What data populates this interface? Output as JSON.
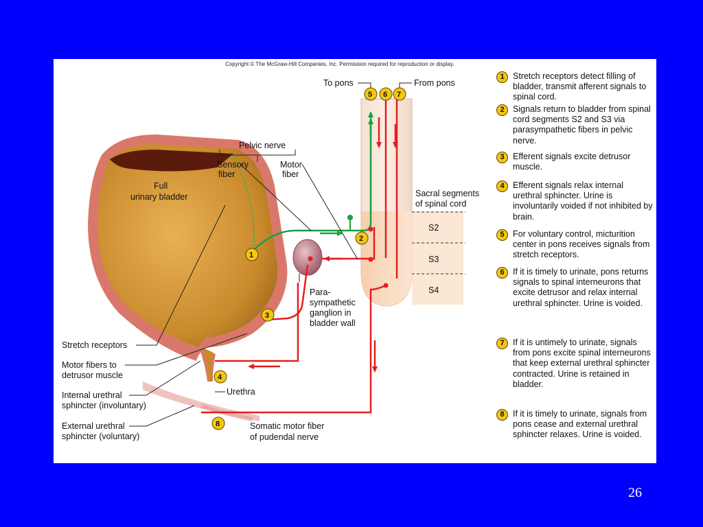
{
  "copyright": "Copyright © The McGraw-Hill Companies, Inc. Permission required for reproduction or display.",
  "labels": {
    "to_pons": "To pons",
    "from_pons": "From pons",
    "pelvic_nerve": "Pelvic nerve",
    "sensory_fiber": [
      "Sensory",
      "fiber"
    ],
    "motor_fiber": [
      "Motor",
      "fiber"
    ],
    "full_bladder": [
      "Full",
      "urinary bladder"
    ],
    "sacral_segments": [
      "Sacral segments",
      "of spinal cord"
    ],
    "s2": "S2",
    "s3": "S3",
    "s4": "S4",
    "ganglion": [
      "Para-",
      "sympathetic",
      "ganglion in",
      "bladder wall"
    ],
    "stretch_receptors": "Stretch receptors",
    "motor_fibers_detrusor": [
      "Motor fibers to",
      "detrusor muscle"
    ],
    "internal_sphincter": [
      "Internal urethral",
      "sphincter (involuntary)"
    ],
    "external_sphincter": [
      "External urethral",
      "sphincter (voluntary)"
    ],
    "urethra": "Urethra",
    "somatic_fiber": [
      "Somatic motor fiber",
      "of pudendal nerve"
    ]
  },
  "markers": [
    "1",
    "2",
    "3",
    "4",
    "5",
    "6",
    "7",
    "8"
  ],
  "steps": [
    {
      "num": "1",
      "text": "Stretch receptors detect filling of bladder, transmit afferent signals to spinal cord."
    },
    {
      "num": "2",
      "text": "Signals return to bladder from spinal cord segments S2 and S3 via parasympathetic fibers in pelvic nerve."
    },
    {
      "num": "3",
      "text": "Efferent signals excite detrusor muscle."
    },
    {
      "num": "4",
      "text": "Efferent signals relax internal urethral sphincter. Urine is involuntarily voided if not inhibited by brain."
    },
    {
      "num": "5",
      "text": "For voluntary control, micturition center in pons receives signals from stretch receptors."
    },
    {
      "num": "6",
      "text": "If it is timely to urinate, pons returns signals to spinal interneurons that excite detrusor and relax internal urethral sphincter. Urine is voided."
    },
    {
      "num": "7",
      "text": "If it is untimely to urinate, signals from pons excite spinal interneurons that keep external urethral sphincter contracted. Urine is retained in bladder."
    },
    {
      "num": "8",
      "text": "If it is timely to urinate, signals from pons cease and external urethral sphincter relaxes. Urine is voided."
    }
  ],
  "slide_number": "26",
  "colors": {
    "background": "#0000ff",
    "afferent": "#1a9e3f",
    "efferent": "#e41e1e",
    "badge": "#f6c60e",
    "bladder_wall": "#d9786a",
    "spinal_cord": "#f3cfae"
  }
}
